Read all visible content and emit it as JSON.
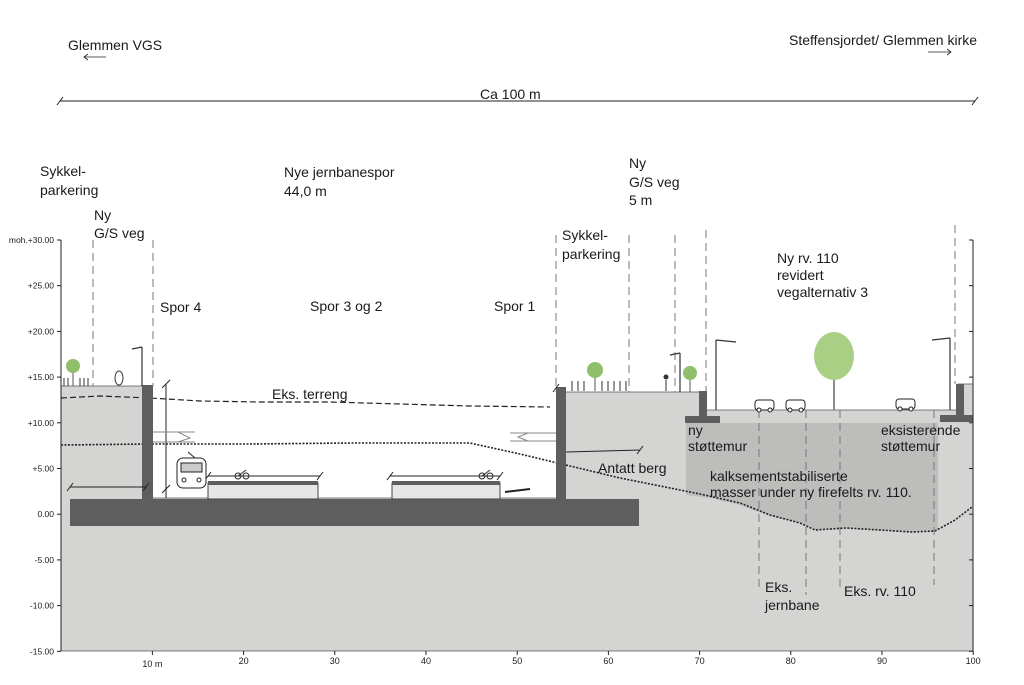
{
  "header": {
    "left_place": "Glemmen VGS",
    "right_place": "Steffensjordet/ Glemmen kirke",
    "span": "Ca 100 m"
  },
  "labels": {
    "sykkel_left_1": "Sykkel-",
    "sykkel_left_2": "parkering",
    "ny_gs_left_1": "Ny",
    "ny_gs_left_2": "G/S veg",
    "nye_jernbanespor_1": "Nye jernbanespor",
    "nye_jernbanespor_2": "44,0 m",
    "ny_gs_right_1": "Ny",
    "ny_gs_right_2": "G/S veg",
    "ny_gs_right_3": "5 m",
    "sykkel_right_1": "Sykkel-",
    "sykkel_right_2": "parkering",
    "ny_rv_1": "Ny rv. 110",
    "ny_rv_2": "revidert",
    "ny_rv_3": "vegalternativ 3",
    "spor4": "Spor 4",
    "spor32": "Spor 3 og 2",
    "spor1": "Spor 1",
    "eks_terreng": "Eks. terreng",
    "antatt_berg": "Antatt berg",
    "ny_stottemur_1": "ny",
    "ny_stottemur_2": "støttemur",
    "eks_stottemur_1": "eksisterende",
    "eks_stottemur_2": "støttemur",
    "kalk_1": "kalksementstabiliserte",
    "kalk_2": "masser under ny firefelts rv. 110.",
    "eks_jernbane_1": "Eks.",
    "eks_jernbane_2": "jernbane",
    "eks_rv": "Eks. rv. 110"
  },
  "y_axis": {
    "ticks": [
      "moh.+30.00",
      "+25.00",
      "+20.00",
      "+15.00",
      "+10.00",
      "+5.00",
      "0.00",
      "-5.00",
      "-10.00",
      "-15.00"
    ]
  },
  "x_axis": {
    "ticks": [
      "10 m",
      "20",
      "30",
      "40",
      "50",
      "60",
      "70",
      "80",
      "90",
      "100"
    ]
  },
  "colors": {
    "ground": "#d4d4d3",
    "fill_mass": "#bdbdbc",
    "concrete": "#5e5e5e",
    "line": "#222222"
  }
}
